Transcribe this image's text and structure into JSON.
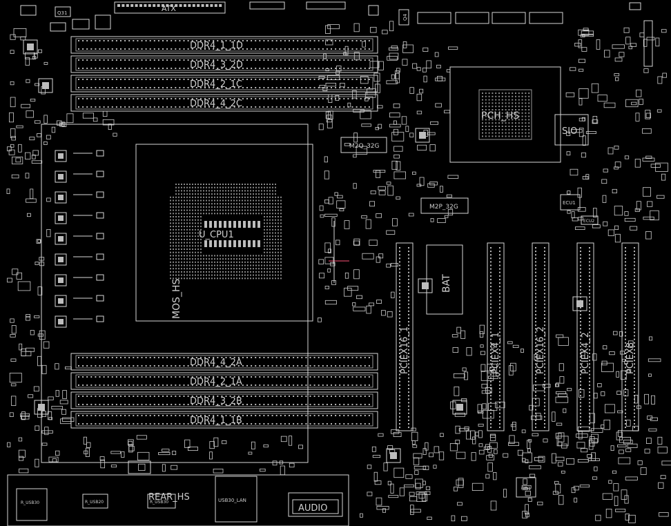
{
  "board": {
    "background": "#000000",
    "stroke_color": "#d8d8d8",
    "text_color": "#cfcfcf",
    "accent_mark_color": "#ff5577"
  },
  "labels": {
    "atx": "ATX",
    "q31": "Q31",
    "q4": "Q4",
    "dimm_top": [
      "DDR4_1_1D",
      "DDR4_3_2D",
      "DDR4_2_1C",
      "DDR4_4_2C"
    ],
    "dimm_bottom": [
      "DDR4_4_2A",
      "DDR4_2_1A",
      "DDR4_3_2B",
      "DDR4_1_1B"
    ],
    "cpu_socket": "U_CPU1",
    "mos_hs": "MOS_HS",
    "pch_hs": "PCH_HS",
    "sio": "SIO",
    "m2q": "M2Q_32G",
    "m2p": "M2P_32G",
    "ecu1": "ECU1",
    "ecu2": "ECU2",
    "bat": "BAT",
    "pcie": [
      "PCIEX16_1",
      "PCIEX4_1",
      "PCIEX16_2",
      "PCIEX4_2",
      "PCIEX8"
    ],
    "rear_hs": "REAR_HS",
    "usb_lan": "USB30_LAN",
    "audio": "AUDIO",
    "cb1": "CB1",
    "r_usb30": "R_USB30",
    "r_usb20": "R_USB20",
    "r_usb30b": "R_USB30"
  }
}
